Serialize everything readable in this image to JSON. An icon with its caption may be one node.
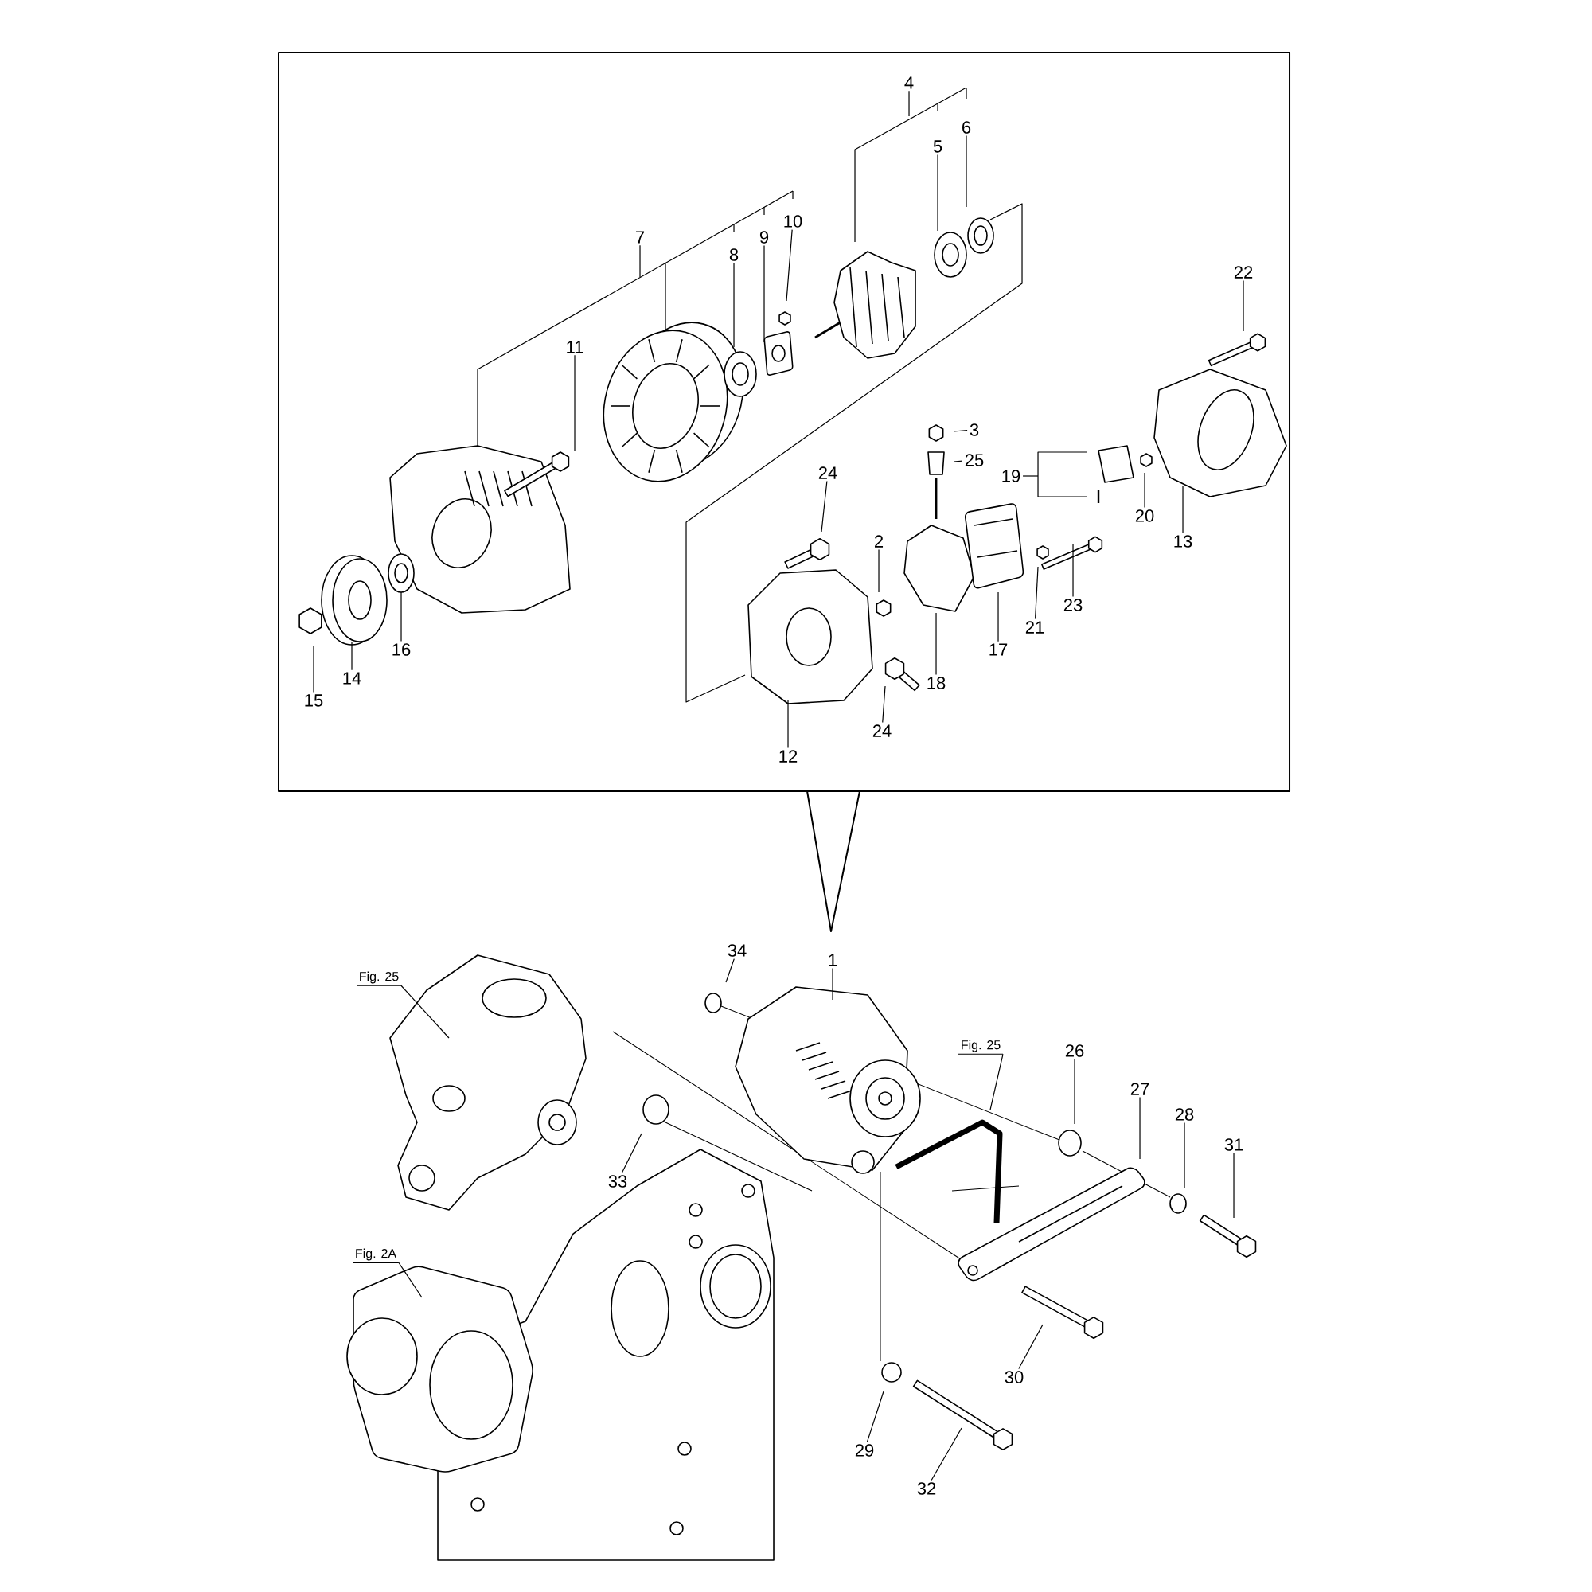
{
  "diagram": {
    "nodes": [
      {
        "text": [
          "4"
        ]
      },
      {
        "text": [
          "5"
        ]
      },
      {
        "text": [
          "6"
        ]
      },
      {
        "text": [
          "7"
        ]
      },
      {
        "text": [
          "8"
        ]
      },
      {
        "text": [
          "9"
        ]
      },
      {
        "text": [
          "10"
        ]
      },
      {
        "text": [
          "22"
        ]
      },
      {
        "text": [
          "11"
        ]
      },
      {
        "text": [
          "3"
        ]
      },
      {
        "text": [
          "25"
        ]
      },
      {
        "text": [
          "24"
        ]
      },
      {
        "text": [
          "19"
        ]
      },
      {
        "text": [
          "2"
        ]
      },
      {
        "text": [
          "20"
        ]
      },
      {
        "text": [
          "13"
        ]
      },
      {
        "text": [
          "23"
        ]
      },
      {
        "text": [
          "15"
        ]
      },
      {
        "text": [
          "21"
        ]
      },
      {
        "text": [
          "14"
        ]
      },
      {
        "text": [
          "17"
        ]
      },
      {
        "text": [
          "16"
        ]
      },
      {
        "text": [
          "18"
        ]
      },
      {
        "text": [
          "24"
        ]
      },
      {
        "text": [
          "12"
        ]
      },
      {
        "text": [
          "1"
        ]
      },
      {
        "text": [
          "34"
        ]
      },
      {
        "text": [
          "Fig. 25"
        ]
      },
      {
        "text": [
          "26"
        ]
      },
      {
        "text": [
          "Fig. 25"
        ]
      },
      {
        "text": [
          "27"
        ]
      },
      {
        "text": [
          "28"
        ]
      },
      {
        "text": [
          "31"
        ]
      },
      {
        "text": [
          "33"
        ]
      },
      {
        "text": [
          "Fig. 2A"
        ]
      },
      {
        "text": [
          "30"
        ]
      },
      {
        "text": [
          "29"
        ]
      },
      {
        "text": [
          "32"
        ]
      }
    ],
    "edges": [
      {
        "from": 0,
        "to": null,
        "arrow": "none"
      },
      {
        "from": 1,
        "to": null,
        "arrow": "none"
      },
      {
        "from": 2,
        "to": null,
        "arrow": "none"
      },
      {
        "from": 3,
        "to": null,
        "arrow": "none"
      },
      {
        "from": 4,
        "to": null,
        "arrow": "none"
      },
      {
        "from": 5,
        "to": null,
        "arrow": "none"
      },
      {
        "from": 6,
        "to": null,
        "arrow": "none"
      },
      {
        "from": 7,
        "to": null,
        "arrow": "none"
      },
      {
        "from": 8,
        "to": null,
        "arrow": "none"
      },
      {
        "from": 9,
        "to": null,
        "arrow": "none"
      },
      {
        "from": 10,
        "to": null,
        "arrow": "none"
      },
      {
        "from": 11,
        "to": null,
        "arrow": "none"
      },
      {
        "from": 12,
        "to": null,
        "arrow": "none"
      },
      {
        "from": 13,
        "to": null,
        "arrow": "none"
      },
      {
        "from": 14,
        "to": null,
        "arrow": "none"
      },
      {
        "from": 15,
        "to": null,
        "arrow": "none"
      },
      {
        "from": 16,
        "to": null,
        "arrow": "none"
      },
      {
        "from": 17,
        "to": null,
        "arrow": "none"
      },
      {
        "from": 18,
        "to": null,
        "arrow": "none"
      },
      {
        "from": 19,
        "to": null,
        "arrow": "none"
      },
      {
        "from": 20,
        "to": null,
        "arrow": "none"
      },
      {
        "from": 21,
        "to": null,
        "arrow": "none"
      },
      {
        "from": 22,
        "to": null,
        "arrow": "none"
      },
      {
        "from": 23,
        "to": null,
        "arrow": "none"
      },
      {
        "from": 24,
        "to": null,
        "arrow": "none"
      },
      {
        "from": 25,
        "to": null,
        "arrow": "none"
      },
      {
        "from": 26,
        "to": null,
        "arrow": "none"
      },
      {
        "from": 27,
        "to": null,
        "arrow": "none"
      },
      {
        "from": 28,
        "to": null,
        "arrow": "none"
      },
      {
        "from": 29,
        "to": null,
        "arrow": "none"
      },
      {
        "from": 30,
        "to": null,
        "arrow": "none"
      },
      {
        "from": 31,
        "to": null,
        "arrow": "none"
      },
      {
        "from": 32,
        "to": null,
        "arrow": "none"
      },
      {
        "from": 33,
        "to": null,
        "arrow": "none"
      },
      {
        "from": 34,
        "to": null,
        "arrow": "none"
      },
      {
        "from": 35,
        "to": null,
        "arrow": "none"
      },
      {
        "from": 36,
        "to": null,
        "arrow": "none"
      },
      {
        "from": 37,
        "to": null,
        "arrow": "none"
      }
    ]
  }
}
